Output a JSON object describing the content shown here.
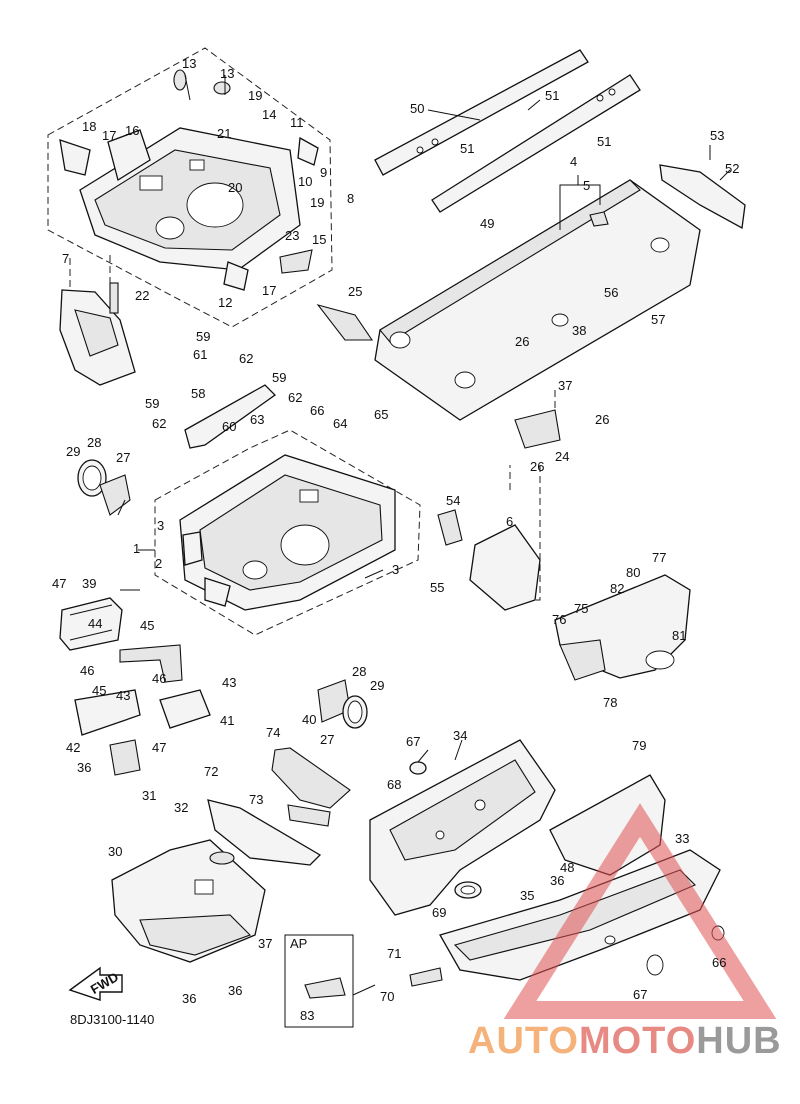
{
  "diagram": {
    "part_numbers": [
      "1",
      "2",
      "3",
      "3",
      "4",
      "5",
      "6",
      "7",
      "8",
      "9",
      "10",
      "11",
      "12",
      "13",
      "13",
      "14",
      "15",
      "16",
      "17",
      "17",
      "18",
      "19",
      "19",
      "20",
      "21",
      "22",
      "23",
      "24",
      "25",
      "26",
      "26",
      "26",
      "27",
      "27",
      "28",
      "28",
      "29",
      "29",
      "30",
      "31",
      "32",
      "33",
      "34",
      "35",
      "36",
      "36",
      "36",
      "36",
      "37",
      "37",
      "38",
      "39",
      "40",
      "41",
      "42",
      "43",
      "43",
      "44",
      "45",
      "45",
      "46",
      "46",
      "47",
      "47",
      "48",
      "49",
      "50",
      "51",
      "51",
      "51",
      "52",
      "53",
      "54",
      "55",
      "56",
      "57",
      "58",
      "59",
      "59",
      "59",
      "60",
      "61",
      "62",
      "62",
      "62",
      "63",
      "64",
      "65",
      "66",
      "66",
      "67",
      "67",
      "68",
      "69",
      "70",
      "71",
      "72",
      "73",
      "74",
      "75",
      "76",
      "77",
      "78",
      "79",
      "80",
      "81",
      "82",
      "83"
    ],
    "fwd_label": "FWD",
    "ap_label": "AP",
    "drawing_code": "8DJ3100-1140"
  },
  "watermark": {
    "part1": "AUTO",
    "part2": "MOTO",
    "part3": "HUB"
  },
  "colors": {
    "line": "#111111",
    "watermark_orange": "#f5b27a",
    "watermark_red": "#e88a84",
    "watermark_gray": "#9a9a9a"
  }
}
